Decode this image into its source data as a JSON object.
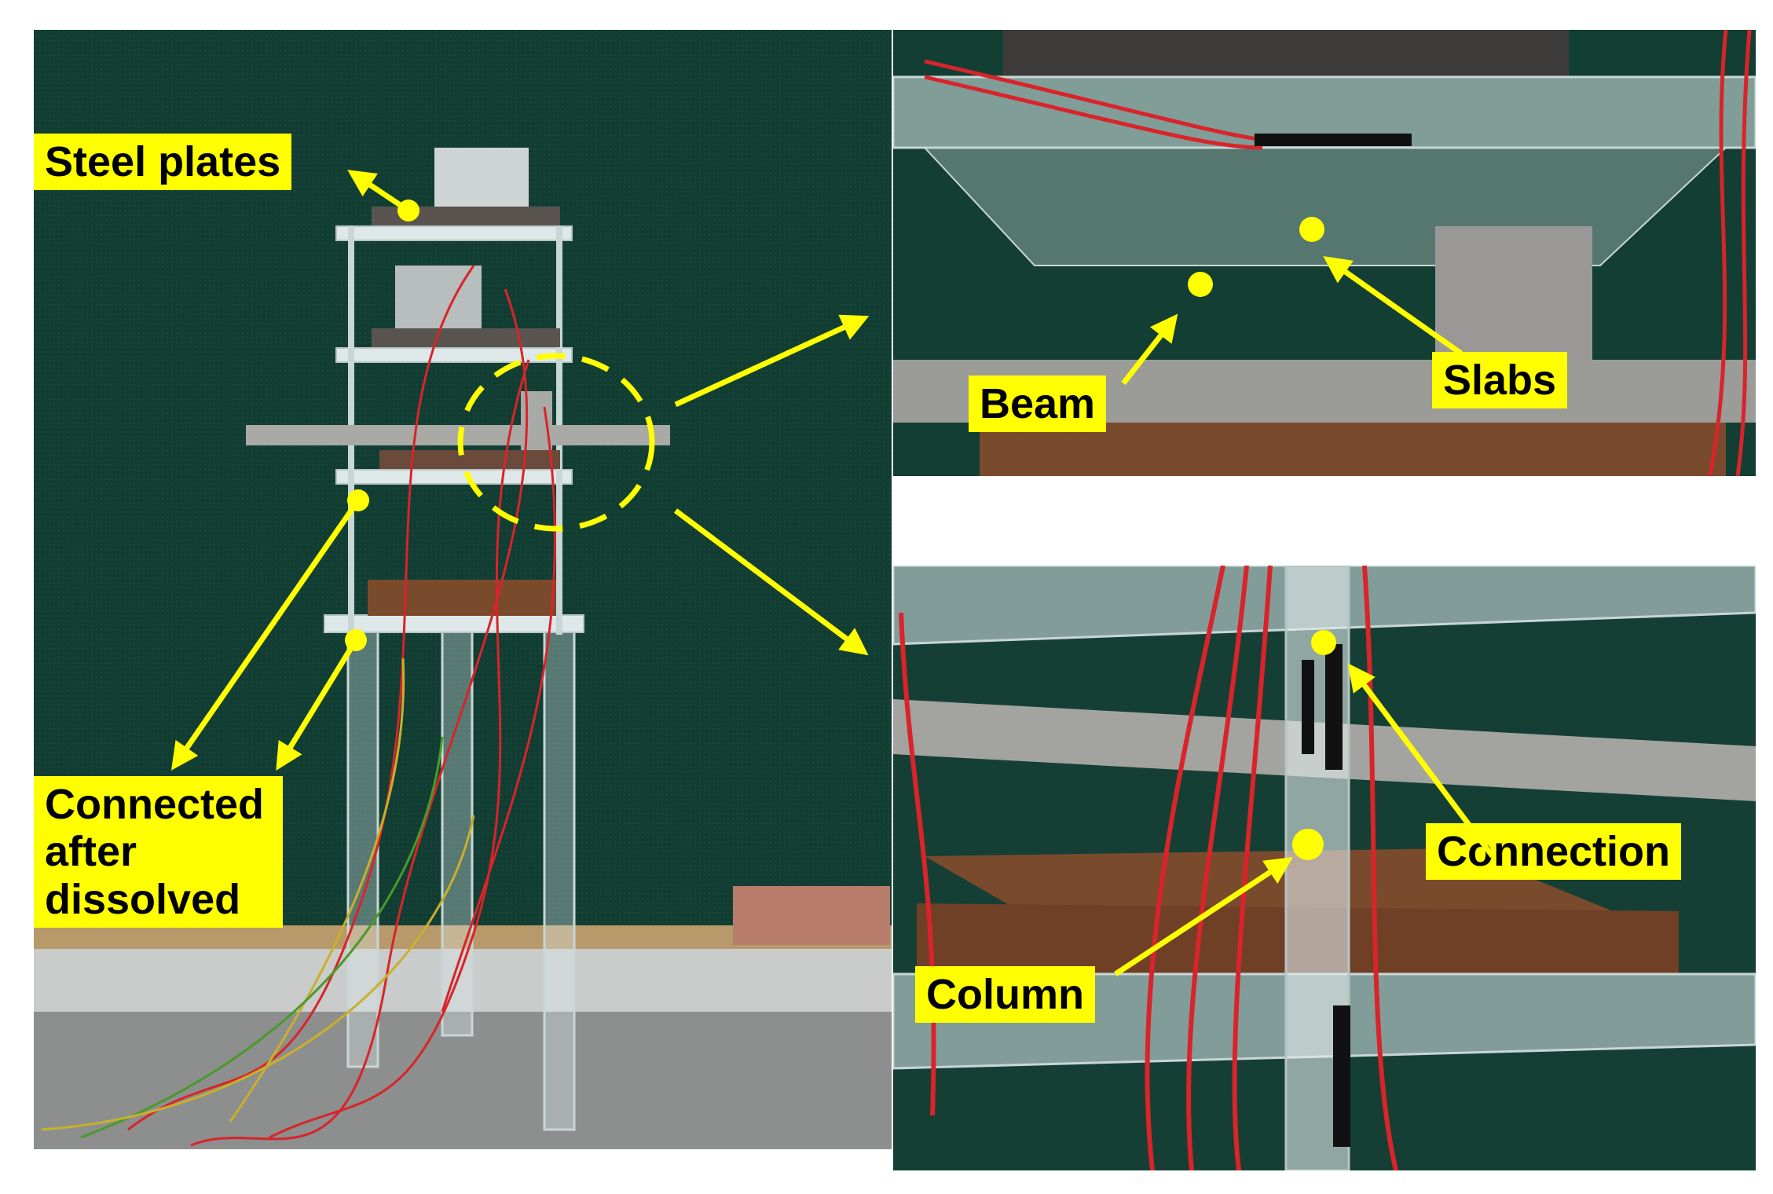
{
  "labels": {
    "steel_plates": "Steel plates",
    "connected_line1": "Connected",
    "connected_line2": "after",
    "connected_line3": "dissolved",
    "beam": "Beam",
    "slabs": "Slabs",
    "connection": "Connection",
    "column": "Column"
  },
  "colors": {
    "annotation": "#ffff00",
    "label_text": "#000000",
    "backdrop_green": "#123d33",
    "acrylic": "#d9e6e6",
    "steel": "#8e8e8a",
    "rust": "#7a4a2c",
    "wire_red": "#d8242a",
    "floor": "#8c8f8e"
  }
}
